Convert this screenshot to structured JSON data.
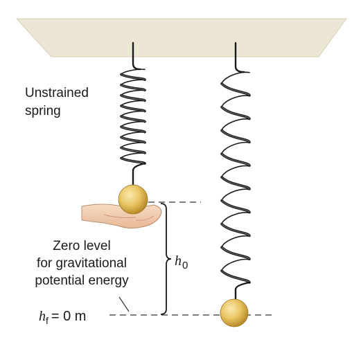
{
  "labels": {
    "unstrained_line1": "Unstrained",
    "unstrained_line2": "spring",
    "zero_line1": "Zero level",
    "zero_line2": "for gravitational",
    "zero_line3": "potential energy",
    "h0_symbol": "h",
    "h0_subscript": "0",
    "hf_symbol": "h",
    "hf_subscript": "f",
    "hf_value": "= 0 m"
  },
  "colors": {
    "ceiling": "#ece6d4",
    "ceiling_edge": "#d8d0b8",
    "spring": "#1a1a1a",
    "ball_light": "#fbeab0",
    "ball_dark": "#b98d2a",
    "hand": "#f1c9a9",
    "dashed": "#333333"
  }
}
